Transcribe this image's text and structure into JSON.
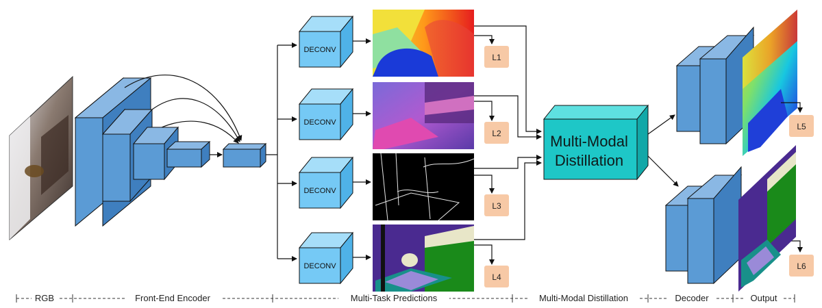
{
  "blocks": {
    "deconv_label": "DECONV",
    "distillation_label_line1": "Multi-Modal",
    "distillation_label_line2": "Distillation"
  },
  "losses": [
    "L1",
    "L2",
    "L3",
    "L4",
    "L5",
    "L6"
  ],
  "stages": [
    "RGB",
    "Front-End Encoder",
    "Multi-Task Predictions",
    "Multi-Modal Distillation",
    "Decoder",
    "Output"
  ],
  "colors": {
    "encoder_block": "#5b9bd5",
    "deconv_block": "#75c9f5",
    "distillation_block": "#1ec7c7",
    "loss_box": "#f7c9a6"
  }
}
